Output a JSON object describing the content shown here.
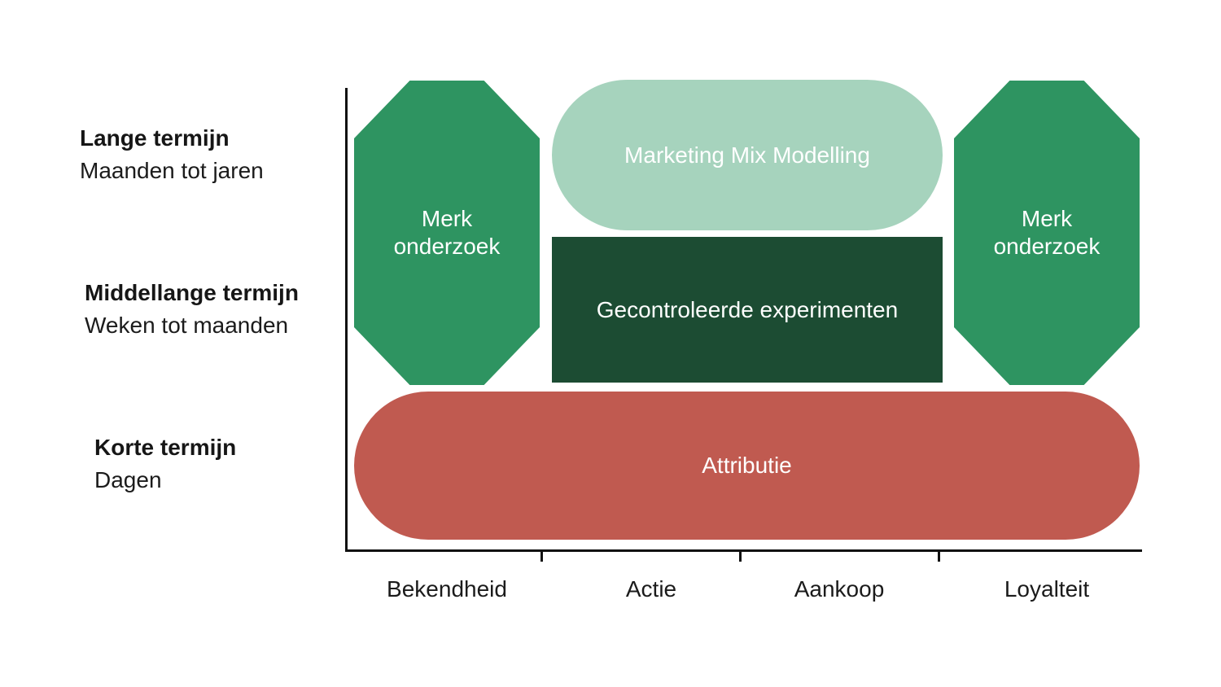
{
  "diagram": {
    "y_axis": {
      "rows": [
        {
          "title": "Lange termijn",
          "subtitle": "Maanden tot jaren"
        },
        {
          "title": "Middellange termijn",
          "subtitle": "Weken tot maanden"
        },
        {
          "title": "Korte termijn",
          "subtitle": "Dagen"
        }
      ]
    },
    "x_axis": {
      "categories": [
        "Bekendheid",
        "Actie",
        "Aankoop",
        "Loyalteit"
      ]
    },
    "shapes": {
      "merk_left": {
        "label": "Merk onderzoek",
        "color": "#2e9461"
      },
      "mmm": {
        "label": "Marketing Mix Modelling",
        "color": "#a6d3bd"
      },
      "experimenten": {
        "label": "Gecontroleerde experimenten",
        "color": "#1c4c33"
      },
      "attributie": {
        "label": "Attributie",
        "color": "#c05a50"
      },
      "merk_right": {
        "label": "Merk onderzoek",
        "color": "#2e9461"
      }
    },
    "colors": {
      "green": "#2e9461",
      "light_green": "#a6d3bd",
      "dark_green": "#1c4c33",
      "red": "#c05a50",
      "axis": "#111111",
      "text_on_shape": "#ffffff"
    }
  }
}
